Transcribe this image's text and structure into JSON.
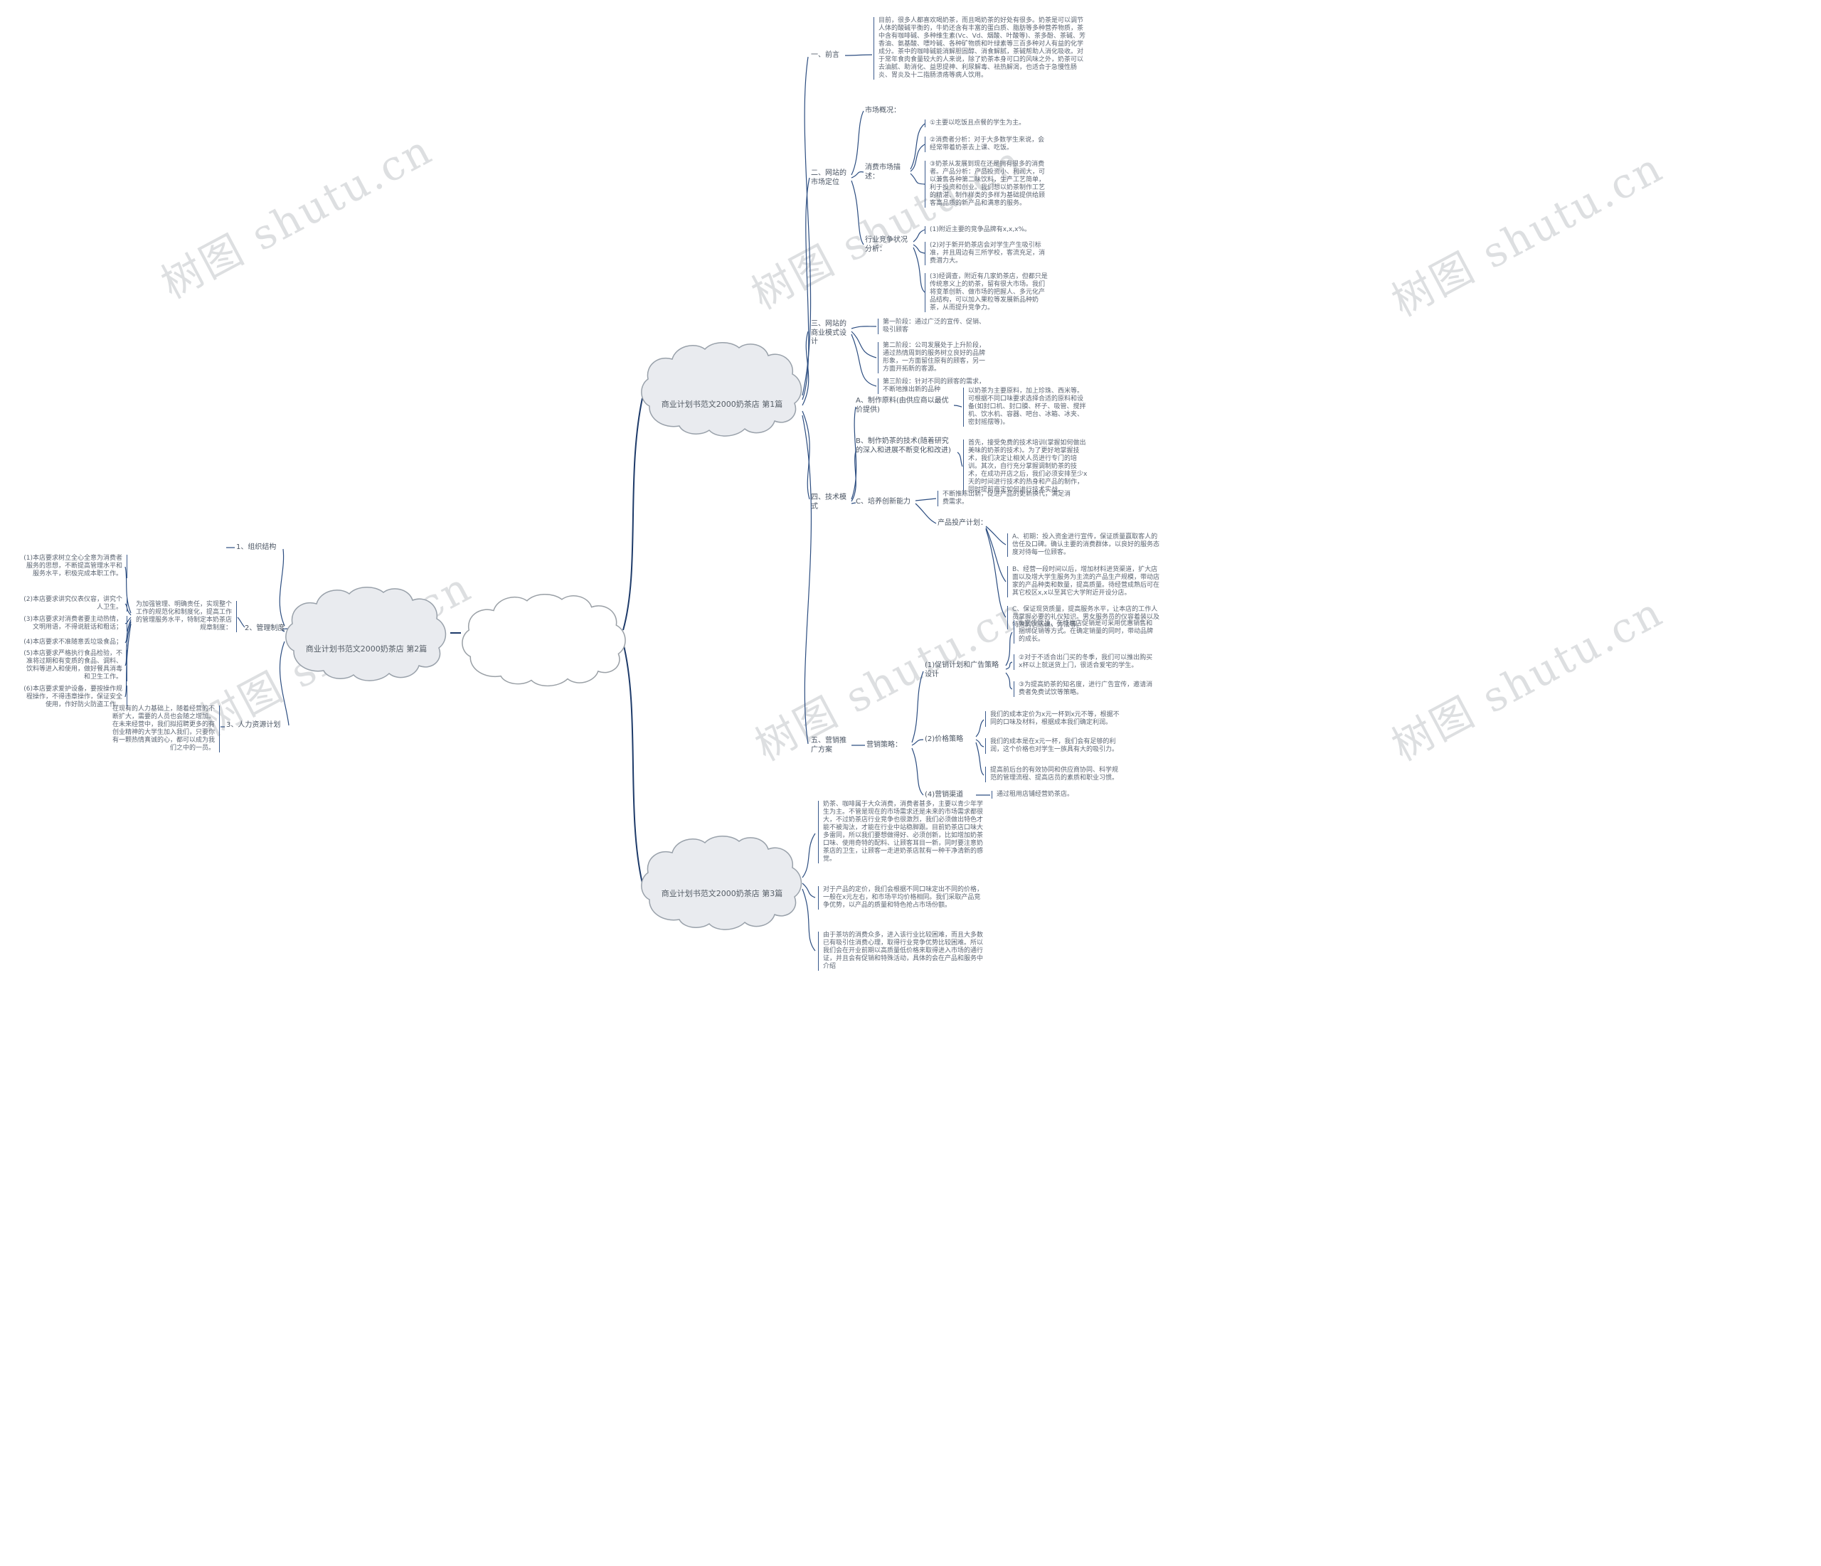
{
  "watermark": "树图 shutu.cn",
  "root": {
    "c1": "商业计划书范文2000奶茶店 第1篇",
    "c2": "商业计划书范文2000奶茶店 第2篇",
    "c3": "商业计划书范文2000奶茶店 第3篇"
  },
  "p1": {
    "s1": {
      "label": "一、前言",
      "text": "目前，很多人都喜欢喝奶茶，而且喝奶茶的好处有很多。奶茶是可以调节人体的酸碱平衡的，牛奶还含有丰富的蛋白质、脂肪等多种营养物质，茶中含有咖啡碱、多种维生素(Vc、Vd、烟酸、叶酸等)、茶多酚、茶碱、芳香油、氨基酸、嘌呤碱、各种矿物质和叶绿素等三百多种对人有益的化学成分。茶中的咖啡碱能消解胆固醇、消食解腻，茶碱帮助人消化吸收。对于常年食肉食量较大的人来说，除了奶茶本身可口的风味之外，奶茶可以去油腻、助消化、益思提神、利尿解毒、祛热解渴，也适合于急慢性肠炎、胃炎及十二指肠溃疡等病人饮用。"
    },
    "s2": {
      "label": "二、网站的市场定位",
      "overview": "市场概况：",
      "consumer": {
        "label": "消费市场描述：",
        "i1": "①主要以吃饭且点餐的学生为主。",
        "i2": "②消费者分析：对于大多数学生来说，会经常带着奶茶去上课、吃饭。",
        "i3": "③奶茶从发展到现在还是拥有很多的消费者。产品分析：产品投资小、利润大，可以兼售各种第二味饮料，生产工艺简单，利于投资和创业。我们想以奶茶制作工艺的精湛、制作样类的多样为基础提供给顾客高品质的新产品和满意的服务。"
      },
      "competition": {
        "label": "行业竞争状况分析：",
        "i1": "(1)附近主要的竞争品牌有x,x,x%。",
        "i2": "(2)对于新开奶茶店会对学生产生吸引标准，并且周边有三所学校，客流充足，消费潜力大。",
        "i3": "(3)经调查，附近有几家奶茶店，但都只是传统意义上的奶茶，留有很大市场。我们将变革创新、做市场的把握人、多元化产品结构，可以加入果粒等发展新品种奶茶，从而提升竞争力。"
      }
    },
    "s3": {
      "label": "三、网站的商业模式设计",
      "p1": "第一阶段：通过广泛的宣传、促销、吸引顾客",
      "p2": "第二阶段：公司发展处于上升阶段，通过热情周到的服务树立良好的品牌形象，一方面留住原有的顾客，另一方面开拓新的客源。",
      "p3": "第三阶段：针对不同的顾客的需求，不断地推出新的品种"
    },
    "s4": {
      "label": "四、技术模式",
      "a_label": "A、制作原料(由供应商以最优价提供)",
      "a_text": "以奶茶为主要原料，加上珍珠、西米等。可根据不同口味要求选择合适的原料和设备(如封口机、封口膜、杯子、吸管、搅拌机、饮水机、容器、吧台、冰箱、冰夹、密封摇摆等)。",
      "b_label": "B、制作奶茶的技术(随着研究的深入和进展不断变化和改进)",
      "b_text": "首先，接受免费的技术培训(掌握如何做出美味的奶茶的技术)。为了更好地掌握技术，我们决定让相关人员进行专门的培训。其次，自行充分掌握调制奶茶的技术，在成功开店之后，我们必须安排至少x天的时间进行技术的热身和产品的制作，同时提前商定如何进行技术实战。",
      "c_label": "C、培养创新能力",
      "c_text": "不断推陈出新，促进产品的更新换代，满足消费需求。",
      "plan_label": "产品投产计划：",
      "plan_a": "A、初期：投入资金进行宣传，保证质量赢取客人的信任及口碑。确认主要的消费群体，以良好的服务态度对待每一位顾客。",
      "plan_b": "B、经营一段时间以后，增加材料进货渠道，扩大店面以及增大学生服务为主流的产品生产规模，带动店家的产品种类和数量，提高质量。待经营成熟后可在其它校区x,x以至其它大学附近开设分店。",
      "plan_c": "C、保证现货质量，提高服务水平，让本店的工作人员掌握必要的礼仪知识。男女服务员的仪容着装以及特殊的训练课，方法等。"
    },
    "s5": {
      "label": "五、营销推广方案",
      "strategy": "营销策略：",
      "promo": {
        "label": "(1)促销计划和广告策略设计",
        "i1": "①宣传饮品，在终端店促销是可采用优惠销售和捆绑促销等方式。在确定销量的同时，带动品牌的成长。",
        "i2": "②对于不适合出门买的冬季，我们可以推出购买x杯以上就送货上门，很适合爱宅的学生。",
        "i3": "③为提高奶茶的知名度，进行广告宣传，邀请消费者免费试饮等策略。"
      },
      "price": {
        "label": "(2)价格策略",
        "i1": "我们的成本定价为x元一杯到x元不等，根据不同的口味及材料，根据成本我们确定利润。",
        "i2": "我们的成本是在x元一杯，我们会有足够的利润，这个价格也对学生一族具有大的吸引力。",
        "i3": "提高前后台的有效协同和供应商协同、科学规范的管理流程、提高店员的素质和职业习惯。"
      },
      "channel": {
        "label": "(4)营销渠道",
        "text": "通过租用店铺经营奶茶店。"
      }
    }
  },
  "p2": {
    "s1": {
      "label": "1、组织结构"
    },
    "s2": {
      "label": "2、管理制度",
      "intro": "为加强管理、明确责任，实现整个工作的规范化和制度化，提高工作的管理服务水平，特制定本奶茶店规章制度：",
      "rules": [
        "(1)本店要求树立全心全意为消费者服务的思想，不断提高管理水平和服务水平，积极完成本职工作。",
        "(2)本店要求讲究仪表仪容，讲究个人卫生。",
        "(3)本店要求对消费者要主动热情，文明用语，不得说脏话和粗话；",
        "(4)本店要求不准随意丢垃圾食品；",
        "(5)本店要求严格执行食品检验，不准将过期和有变质的食品、调料、饮料等进入和使用，做好餐具消毒和卫生工作。",
        "(6)本店要求爱护设备，要按操作规程操作，不得违章操作，保证安全使用，作好防火防盗工作。"
      ]
    },
    "s3": {
      "label": "3、人力资源计划",
      "text": "在现有的人力基础上，随着经营的不断扩大，需要的人员也会随之增加。在未来经营中，我们拟招聘更多的有创业精神的大学生加入我们，只要你有一颗热情真诚的心，都可以成为我们之中的一员。"
    }
  },
  "p3": {
    "b1": "奶茶、咖啡属于大众消费，消费者甚多，主要以青少年学生为主。不管是现在的市场需求还是未来的市场需求都很大，不过奶茶店行业竞争也很激烈，我们必须做出特色才能不被淘汰，才能在行业中站稳脚跟。目前奶茶店口味大多雷同，所以我们要想做得好、必须创新，比如增加奶茶口味、使用奇特的配料、让顾客耳目一新，同时要注意奶茶店的卫生，让顾客一走进奶茶店就有一种干净清新的感觉。",
    "b2": "对于产品的定价，我们会根据不同口味定出不同的价格，一般在x元左右，和市场平均价格相同。我们采取产品竞争优势，以产品的质量和特色抢占市场份额。",
    "b3": "由于茶坊的消费众多，进入该行业比较困难，而且大多数已有吸引住消费心理，取得行业竞争优势比较困难。所以我们会在开业前期以高质量低价格来取得进入市场的通行证，并且会有促销和特殊活动，具体的会在产品和服务中介绍"
  }
}
